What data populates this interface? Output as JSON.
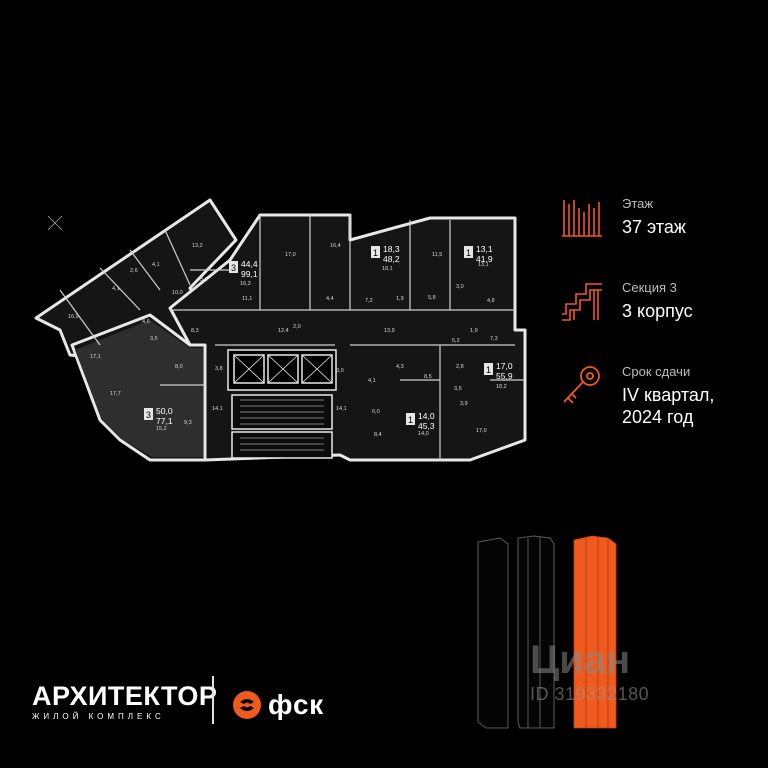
{
  "info": {
    "floor_label": "Этаж",
    "floor_value": "37 этаж",
    "section_label": "Секция 3",
    "section_value": "3 корпус",
    "deadline_label": "Срок сдачи",
    "deadline_line1": "IV квартал,",
    "deadline_line2": "2024 год"
  },
  "brand": {
    "logo_main": "АРХИТЕКТОР",
    "logo_sub": "ЖИЛОЙ КОМПЛЕКС",
    "developer": "фск",
    "accent_color": "#f05a1e"
  },
  "watermark": {
    "logo": "Циан",
    "id": "ID 319332180"
  },
  "units": [
    {
      "rooms": "3",
      "area_living": "44,4",
      "area_total": "99,1"
    },
    {
      "rooms": "1",
      "area_living": "18,3",
      "area_total": "48,2"
    },
    {
      "rooms": "1",
      "area_living": "13,1",
      "area_total": "41,9"
    },
    {
      "rooms": "3",
      "area_living": "50,0",
      "area_total": "77,1"
    },
    {
      "rooms": "1",
      "area_living": "17,0",
      "area_total": "55,9"
    },
    {
      "rooms": "1",
      "area_living": "14,0",
      "area_total": "45,3"
    }
  ],
  "room_areas": {
    "r1": "13,2",
    "r2": "4,1",
    "r3": "2,6",
    "r4": "4,1",
    "r5": "4,6",
    "r6": "16,9",
    "r7": "3,8",
    "r8": "10,0",
    "r9": "16,3",
    "r10": "11,1",
    "r11": "17,0",
    "r12": "16,4",
    "r13": "18,1",
    "r14": "11,5",
    "r15": "13,1",
    "r16": "8,3",
    "r17": "2,0",
    "r18": "12,4",
    "r19": "4,4",
    "r20": "7,2",
    "r21": "1,9",
    "r22": "5,8",
    "r23": "3,0",
    "r24": "4,8",
    "r25": "17,1",
    "r26": "8,0",
    "r27": "17,7",
    "r28": "3,8",
    "r29": "15,2",
    "r30": "9,3",
    "r31": "14,1",
    "r32": "13,9",
    "r33": "3,0",
    "r34": "4,1",
    "r35": "4,3",
    "r36": "8,5",
    "r37": "14,1",
    "r38": "6,0",
    "r39": "8,4",
    "r40": "14,0",
    "r41": "2,8",
    "r42": "3,9",
    "r43": "17,0",
    "r44": "18,2",
    "r45": "5,2",
    "r46": "7,3",
    "r47": "3,5",
    "r48": "3,5",
    "r49": "1,9"
  }
}
